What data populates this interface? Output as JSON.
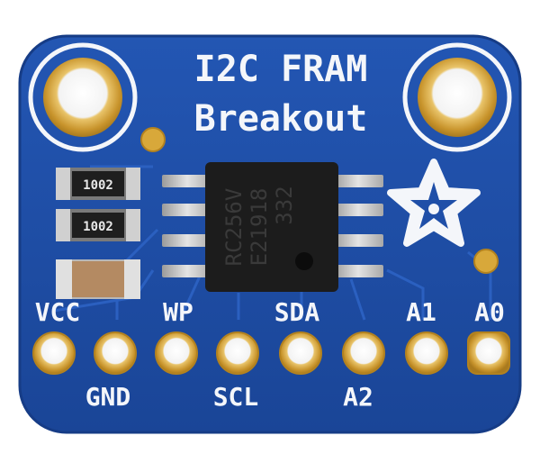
{
  "board": {
    "title_line1": "I2C FRAM",
    "title_line2": "Breakout",
    "colors": {
      "pcb": "#1f4fa8",
      "pcb_edge": "#163c86",
      "silkscreen": "#f4f6fa",
      "gold": "#d8a83a",
      "chip": "#1c1c1c"
    }
  },
  "chip": {
    "line1": "RC256V",
    "line2": "E21918",
    "line3": "332"
  },
  "resistors": [
    {
      "marking": "1002"
    },
    {
      "marking": "1002"
    }
  ],
  "pins_top": [
    "VCC",
    "WP",
    "SDA",
    "A1",
    "A0"
  ],
  "pins_bottom": [
    "GND",
    "SCL",
    "A2"
  ],
  "icons": {
    "logo": "adafruit-star-icon"
  }
}
